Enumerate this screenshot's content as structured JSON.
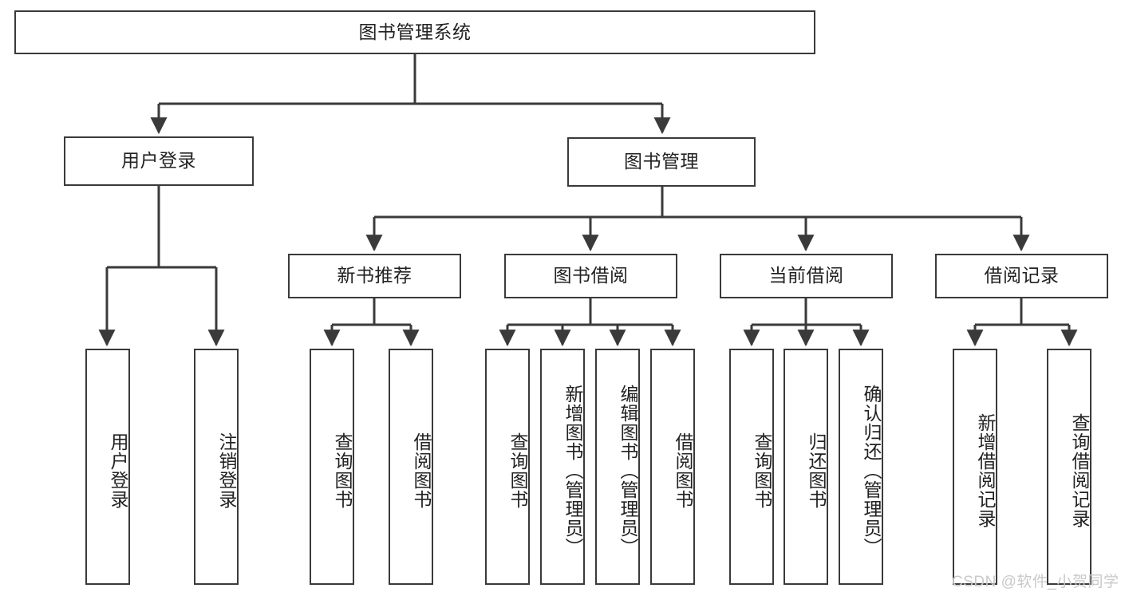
{
  "diagram": {
    "title": "图书管理系统",
    "type": "tree-hierarchy-diagram",
    "colors": {
      "background": "#ffffff",
      "node_fill": "#ffffff",
      "node_stroke": "#3a3a3a",
      "text": "#222222",
      "watermark": "#c9c9c9"
    },
    "levels": {
      "root": {
        "label": "图书管理系统"
      },
      "level1": [
        {
          "label": "用户登录"
        },
        {
          "label": "图书管理"
        }
      ],
      "level2": [
        {
          "label": "新书推荐"
        },
        {
          "label": "图书借阅"
        },
        {
          "label": "当前借阅"
        },
        {
          "label": "借阅记录"
        }
      ],
      "leaves": [
        {
          "label": "用户登录",
          "parent": "用户登录"
        },
        {
          "label": "注销登录",
          "parent": "用户登录"
        },
        {
          "label": "查询图书",
          "parent": "新书推荐"
        },
        {
          "label": "借阅图书",
          "parent": "新书推荐"
        },
        {
          "label": "查询图书",
          "parent": "图书借阅"
        },
        {
          "label": "新增图书（管理员）",
          "parent": "图书借阅"
        },
        {
          "label": "编辑图书（管理员）",
          "parent": "图书借阅"
        },
        {
          "label": "借阅图书",
          "parent": "图书借阅"
        },
        {
          "label": "查询图书",
          "parent": "当前借阅"
        },
        {
          "label": "归还图书",
          "parent": "当前借阅"
        },
        {
          "label": "确认归还（管理员）",
          "parent": "当前借阅"
        },
        {
          "label": "新增借阅记录",
          "parent": "借阅记录"
        },
        {
          "label": "查询借阅记录",
          "parent": "借阅记录"
        }
      ]
    }
  },
  "watermark": {
    "text": "CSDN @软件_小贺同学"
  }
}
